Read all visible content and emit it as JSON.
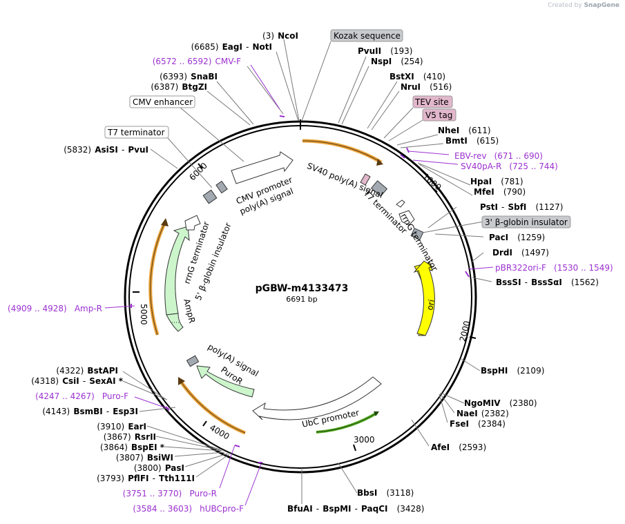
{
  "credit": {
    "prefix": "Created by",
    "brand": "SnapGene"
  },
  "plasmid": {
    "name": "pGBW-m4133473",
    "size": "6691 bp"
  },
  "ticks": [
    "1000",
    "2000",
    "3000",
    "4000",
    "5000",
    "6000"
  ],
  "features": {
    "cmv_promoter": "CMV promoter",
    "sv40_polya": "SV40 poly(A) signal",
    "t7_terminator": "T7 terminator",
    "rrng_terminator_right": "rrnG terminator",
    "polya_signal_top": "poly(A) signal",
    "ori": "ori",
    "rrng_terminator_left": "rrnG terminator",
    "beta_globin_5": "5' β-globin insulator",
    "ampr": "AmpR",
    "polya_signal_bottom": "poly(A) signal",
    "puror": "PuroR",
    "ubc_promoter": "UbC promoter"
  },
  "boxed_labels": {
    "kozak": "Kozak sequence",
    "tev": "TEV site",
    "v5": "V5 tag",
    "beta_globin_3": "3' β-globin insulator",
    "cmv_enhancer": "CMV enhancer",
    "t7_terminator": "T7 terminator"
  },
  "enzymes": {
    "ncoi": {
      "pos": "(3)",
      "name": "NcoI"
    },
    "eagi_noti": {
      "pos": "(6685)",
      "name": "EagI",
      "sep": "-",
      "name2": "NotI"
    },
    "pvuii": {
      "name": "PvuII",
      "pos": "(193)"
    },
    "nspi": {
      "name": "NspI",
      "pos": "(254)"
    },
    "snabi": {
      "pos": "(6393)",
      "name": "SnaBI"
    },
    "btgzi": {
      "pos": "(6387)",
      "name": "BtgZI"
    },
    "bstxi": {
      "name": "BstXI",
      "pos": "(410)"
    },
    "drui": {
      "name": "NruI",
      "pos": "(516)"
    },
    "nhei": {
      "name": "NheI",
      "pos": "(611)"
    },
    "bmti": {
      "name": "BmtI",
      "pos": "(615)"
    },
    "asisi_pvui": {
      "pos": "(5832)",
      "name": "AsiSI",
      "sep": "-",
      "name2": "PvuI"
    },
    "hpai": {
      "name": "HpaI",
      "pos": "(781)"
    },
    "mfei": {
      "name": "MfeI",
      "pos": "(790)"
    },
    "psti_sbfi": {
      "name": "PstI",
      "sep": "-",
      "name2": "SbfI",
      "pos": "(1127)"
    },
    "paci": {
      "name": "PacI",
      "pos": "(1259)"
    },
    "drdi": {
      "name": "DrdI",
      "pos": "(1497)"
    },
    "bsssi": {
      "name": "BssSI",
      "sep": "-",
      "name2": "BssSαI",
      "pos": "(1562)"
    },
    "bsphi": {
      "name": "BspHI",
      "pos": "(2109)"
    },
    "ngomiv": {
      "name": "NgoMIV",
      "pos": "(2380)"
    },
    "naei": {
      "name": "NaeI",
      "pos": "(2382)"
    },
    "fsei": {
      "name": "FseI",
      "pos": "(2384)"
    },
    "afei": {
      "name": "AfeI",
      "pos": "(2593)"
    },
    "bbsi": {
      "name": "BbsI",
      "pos": "(3118)"
    },
    "bfuai": {
      "name": "BfuAI",
      "sep": "-",
      "name2": "BspMI",
      "sep2": "-",
      "name3": "PaqCI",
      "pos": "(3428)"
    },
    "bstapi": {
      "pos": "(4322)",
      "name": "BstAPI"
    },
    "csii": {
      "pos": "(4318)",
      "name": "CsiI",
      "sep": "-",
      "name2": "SexAI *"
    },
    "bsmbi": {
      "pos": "(4143)",
      "name": "BsmBI",
      "sep": "-",
      "name2": "Esp3I"
    },
    "eari": {
      "pos": "(3910)",
      "name": "EarI"
    },
    "rsrii": {
      "pos": "(3867)",
      "name": "RsrII"
    },
    "bspei": {
      "pos": "(3864)",
      "name": "BspEI *"
    },
    "bsiwi": {
      "pos": "(3807)",
      "name": "BsiWI"
    },
    "pasi": {
      "pos": "(3800)",
      "name": "PasI"
    },
    "pflfi": {
      "pos": "(3793)",
      "name": "PflFI",
      "sep": "-",
      "name2": "Tth111I"
    }
  },
  "primers": {
    "cmvf": {
      "range": "(6572 .. 6592)",
      "name": "CMV-F"
    },
    "ebvrev": {
      "name": "EBV-rev",
      "range": "(671 .. 690)"
    },
    "sv40pa": {
      "name": "SV40pA-R",
      "range": "(725 .. 744)"
    },
    "pbr322": {
      "name": "pBR322ori-F",
      "range": "(1530 .. 1549)"
    },
    "ampr": {
      "range": "(4909 .. 4928)",
      "name": "Amp-R"
    },
    "purof": {
      "range": "(4247 .. 4267)",
      "name": "Puro-F"
    },
    "puror": {
      "range": "(3751 .. 3770)",
      "name": "Puro-R"
    },
    "hubc": {
      "range": "(3584 .. 3603)",
      "name": "hUBCpro-F"
    }
  },
  "colors": {
    "primer": "#9b30d0",
    "ori": "#ffff00",
    "resistance": "#ccf5cc",
    "orf_orange": "#e8a23a",
    "orf_green": "#55aa22",
    "feature_gray": "#a3a9b0",
    "tag_pink": "#e2b7cc",
    "box_gray": "#c8cacd"
  }
}
